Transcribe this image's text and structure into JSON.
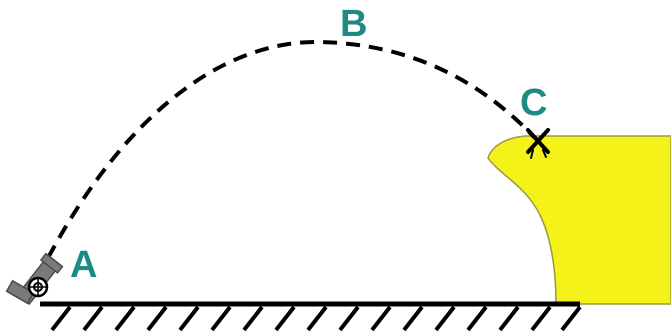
{
  "labels": {
    "launch_point": "A",
    "apex_point": "B",
    "landing_point": "C"
  },
  "colors": {
    "label": "#1f8a84",
    "cliff_fill": "#f5f21a",
    "cliff_stroke": "#9a9a40",
    "trajectory": "#000000",
    "cannon_barrel": "#7a7a7a",
    "ground": "#000000"
  },
  "icons": {
    "cannon": "cannon-icon",
    "landing_marker": "x-mark-icon"
  }
}
